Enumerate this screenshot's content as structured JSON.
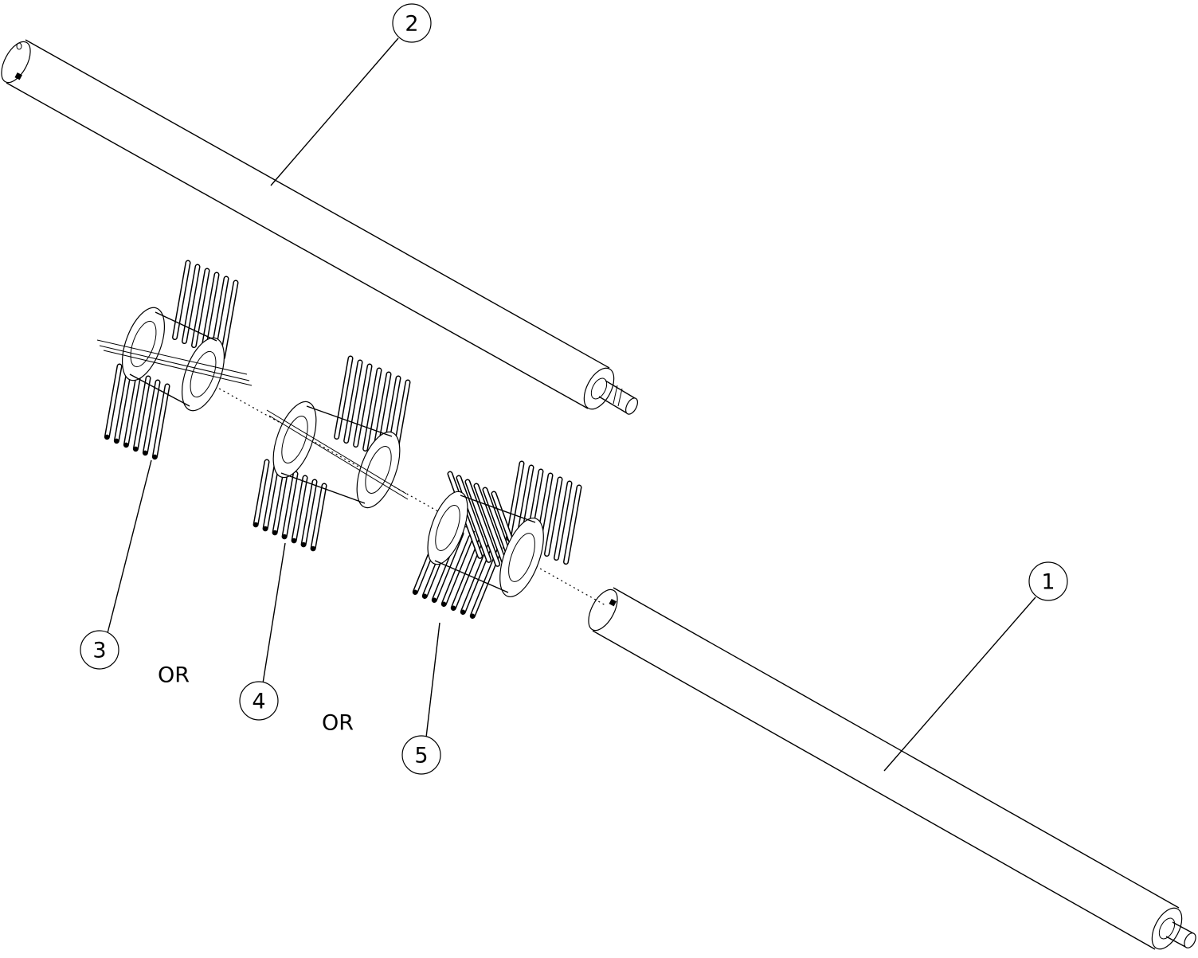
{
  "diagram": {
    "balloons": [
      {
        "id": "1",
        "label": "1"
      },
      {
        "id": "2",
        "label": "2"
      },
      {
        "id": "3",
        "label": "3"
      },
      {
        "id": "4",
        "label": "4"
      },
      {
        "id": "5",
        "label": "5"
      }
    ],
    "alternatives": [
      "OR",
      "OR"
    ]
  }
}
